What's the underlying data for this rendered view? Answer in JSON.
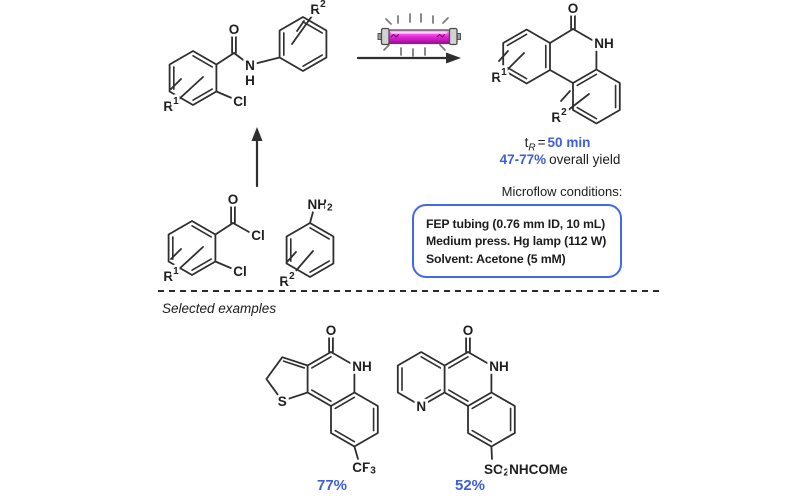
{
  "figure": {
    "colors": {
      "accent_blue": "#3E5ED8",
      "box_border": "#4169E1",
      "lamp_magenta": "#E021D6",
      "bond": "#2F2F2F"
    },
    "reaction": {
      "time_prefix": "t",
      "time_sub": "R",
      "time_eq": "=",
      "time_value": "50 min",
      "yield_value": "47-77%",
      "yield_suffix": "overall yield",
      "conditions_title": "Microflow conditions:",
      "conditions": [
        "FEP tubing (0.76 mm ID, 10 mL)",
        "Medium press. Hg lamp (112 W)",
        "Solvent: Acetone (5 mM)"
      ]
    },
    "examples": {
      "heading": "Selected examples",
      "yield_1": "77%",
      "yield_2": "52%"
    },
    "labels": {
      "anilide": {
        "O": "O",
        "N": "N",
        "H": "H",
        "Cl": "Cl",
        "R1": "R^1",
        "R2": "R^2"
      },
      "acid_chloride": {
        "O": "O",
        "Cl_acyl": "Cl",
        "Cl_ring": "Cl",
        "R1": "R^1"
      },
      "aniline": {
        "NH2": "NH_2",
        "R2": "R^2"
      },
      "product": {
        "O": "O",
        "NH": "NH",
        "R1": "R^1",
        "R2": "R^2"
      },
      "example1": {
        "O": "O",
        "NH": "NH",
        "S": "S",
        "CF3": "CF_3"
      },
      "example2": {
        "O": "O",
        "NH": "NH",
        "N": "N",
        "SO2NHCOMe": "SO_2NHCOMe"
      }
    }
  }
}
